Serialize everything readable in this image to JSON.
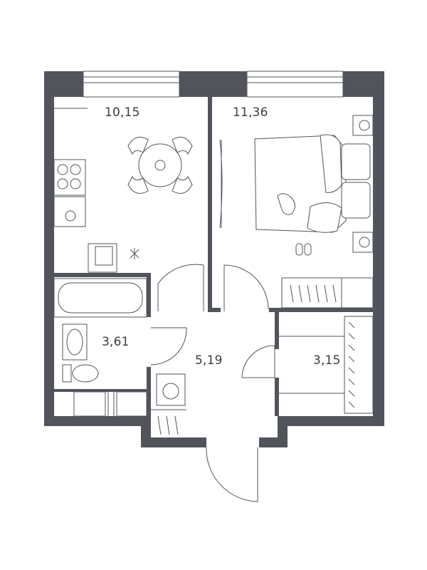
{
  "rooms": {
    "kitchen_living": {
      "area": "10,15"
    },
    "bedroom": {
      "area": "11,36"
    },
    "bathroom": {
      "area": "3,61"
    },
    "hallway": {
      "area": "5,19"
    },
    "wardrobe": {
      "area": "3,15"
    }
  },
  "colors": {
    "wall": "#52545c",
    "background": "#ffffff",
    "text": "#3a3c42"
  }
}
